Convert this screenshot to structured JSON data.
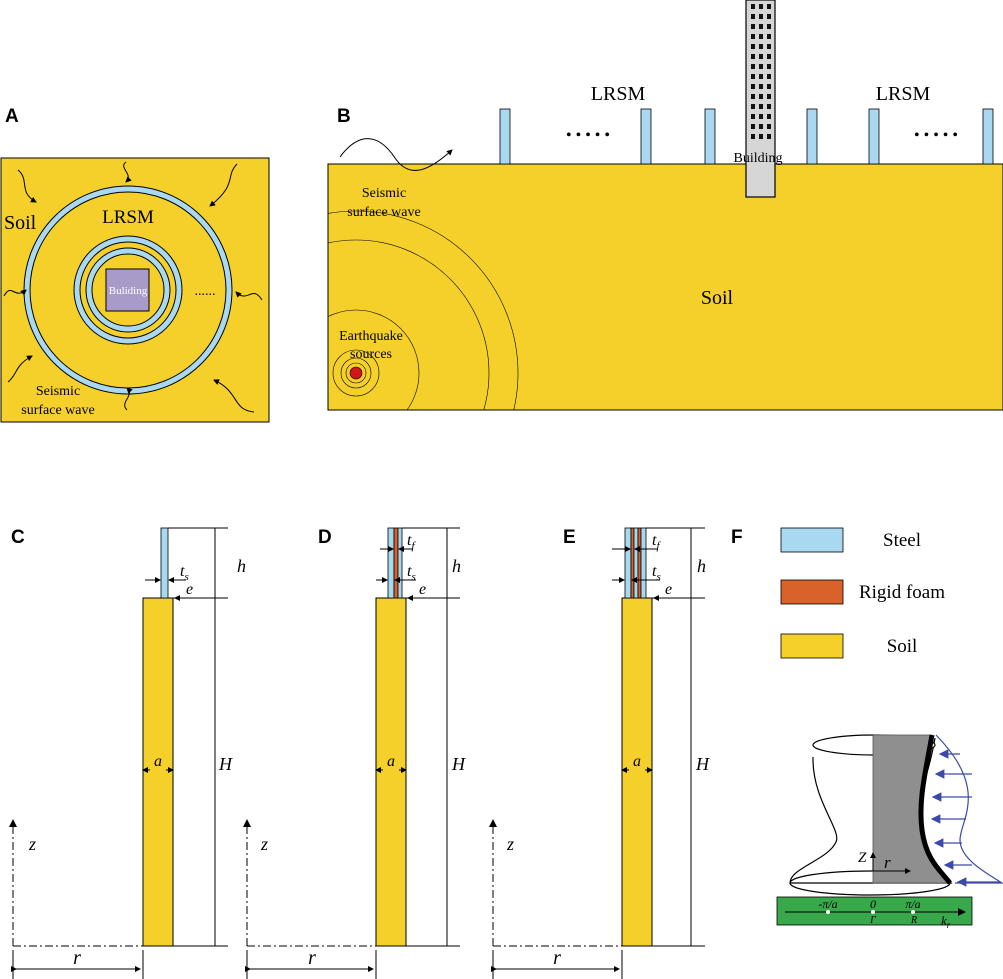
{
  "panels": {
    "a": "A",
    "b": "B",
    "c": "C",
    "d": "D",
    "e": "E",
    "f": "F"
  },
  "panel_a": {
    "soil": "Soil",
    "lrsm": "LRSM",
    "building": "Buliding",
    "dots": "......",
    "wave_line1": "Seismic",
    "wave_line2": "surface wave"
  },
  "panel_b": {
    "lrsm_left": "LRSM",
    "lrsm_right": "LRSM",
    "dots_left": "• • • • •",
    "dots_right": "• • • • •",
    "building": "Building",
    "wave_line1": "Seismic",
    "wave_line2": "surface wave",
    "soil": "Soil",
    "source_line1": "Earthquake",
    "source_line2": "sources"
  },
  "dims": {
    "ts": "t",
    "ts_sub": "s",
    "tf": "t",
    "tf_sub": "f",
    "e": "e",
    "h": "h",
    "H": "H",
    "a": "a",
    "z": "z",
    "r": "r"
  },
  "legend": [
    {
      "label": "Steel",
      "color": "#a9d9f0"
    },
    {
      "label": "Rigid foam",
      "color": "#d9622b"
    },
    {
      "label": "Soil",
      "color": "#f5d02a"
    }
  ],
  "panel_f": {
    "z": "Z",
    "r": "r",
    "k_neg": "-π/a",
    "k_zero": "0",
    "k_pos": "π/a",
    "gamma": "Γ",
    "R": "R",
    "kr": "k",
    "kr_sub": "r"
  },
  "colors": {
    "soil": "#f5d02a",
    "steel": "#a9d9f0",
    "foam": "#d9622b",
    "building_a": "#a89bc9",
    "building_b": "#d6d6d6",
    "source": "#d0161d",
    "wave_arrow": "#3b4aa8",
    "band": "#39a84a"
  }
}
